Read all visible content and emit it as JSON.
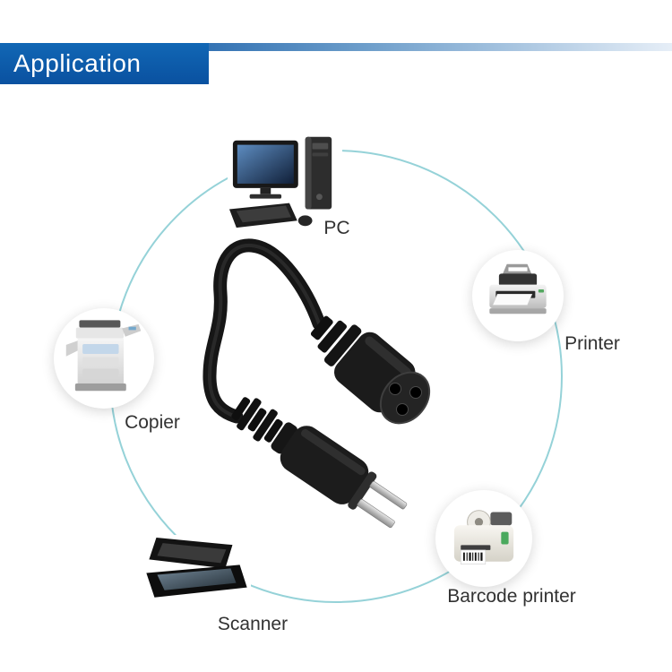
{
  "banner": {
    "title": "Application"
  },
  "devices": [
    {
      "id": "pc",
      "label": "PC",
      "icon": "desktop-pc-icon"
    },
    {
      "id": "printer",
      "label": "Printer",
      "icon": "laser-printer-icon"
    },
    {
      "id": "copier",
      "label": "Copier",
      "icon": "copier-icon"
    },
    {
      "id": "scanner",
      "label": "Scanner",
      "icon": "flatbed-scanner-icon"
    },
    {
      "id": "barcode-printer",
      "label": "Barcode printer",
      "icon": "barcode-printer-icon"
    }
  ],
  "product": {
    "name": "power-cord",
    "icon": "us-2pin-plug-to-c5-power-cord-icon"
  },
  "colors": {
    "banner_blue": "#0b55a4",
    "banner_stripe_fade": "#e6eef7",
    "ring_teal": "#95d2d8",
    "label_text": "#323232",
    "title_text": "#ffffff"
  }
}
